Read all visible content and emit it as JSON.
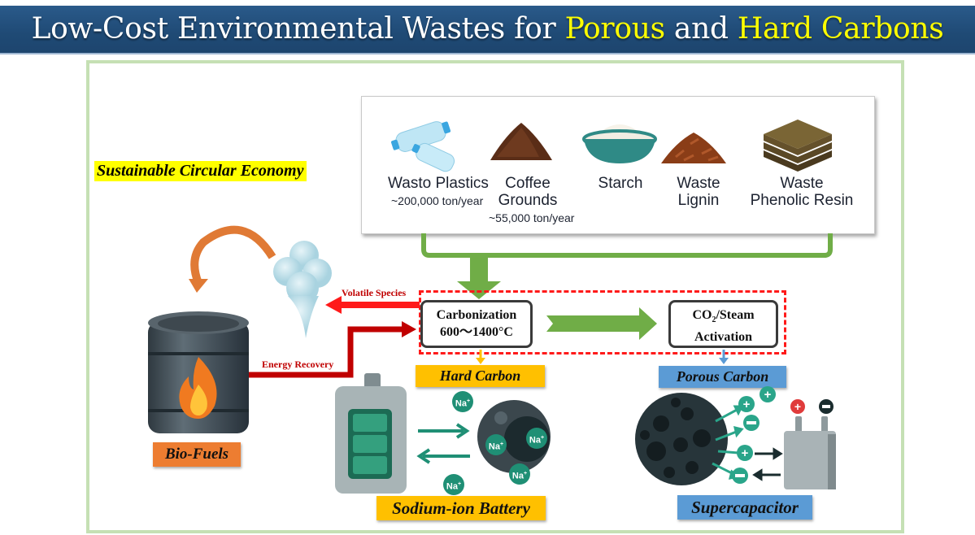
{
  "title": {
    "prefix": "Low-Cost Environmental Wastes for ",
    "highlight1": "Porous",
    "middle": " and ",
    "highlight2": "Hard Carbons"
  },
  "economy_label": "Sustainable Circular Economy",
  "wastes": [
    {
      "icon": "plastic-bottles-icon",
      "name": "Wasto Plastics",
      "amount": "~200,000 ton/year"
    },
    {
      "icon": "coffee-grounds-icon",
      "name": "Coffee Grounds",
      "amount": "~55,000 ton/year"
    },
    {
      "icon": "starch-bowl-icon",
      "name": "Starch",
      "amount": ""
    },
    {
      "icon": "lignin-chips-icon",
      "name": "Waste Lignin",
      "amount": ""
    },
    {
      "icon": "phenolic-resin-icon",
      "name": "Waste Phenolic Resin",
      "amount": ""
    }
  ],
  "process": {
    "carbonization_title": "Carbonization",
    "carbonization_temp": "600～1400°C",
    "activation_line1_pre": "CO",
    "activation_line1_sub": "2",
    "activation_line1_post": "/Steam",
    "activation_line2": "Activation"
  },
  "flows": {
    "volatile": "Volatile Species",
    "energy": "Energy Recovery"
  },
  "products": {
    "hard_carbon": "Hard Carbon",
    "porous_carbon": "Porous Carbon",
    "bio_fuels": "Bio-Fuels",
    "sodium_battery": "Sodium-ion Battery",
    "supercapacitor": "Supercapacitor"
  },
  "ion_label": "Na",
  "ion_charge": "+",
  "colors": {
    "title_bg": "#1f4a75",
    "title_highlight": "#ffff00",
    "frame": "#c5e0b4",
    "green_arrow": "#70ad47",
    "red_arrow": "#c00000",
    "dash_red": "#ff1a1a",
    "hard_carbon_tag": "#ffc000",
    "porous_carbon_tag": "#5b9bd5",
    "biofuel_tag": "#ed7d31",
    "ion_teal": "#1f8f75"
  }
}
